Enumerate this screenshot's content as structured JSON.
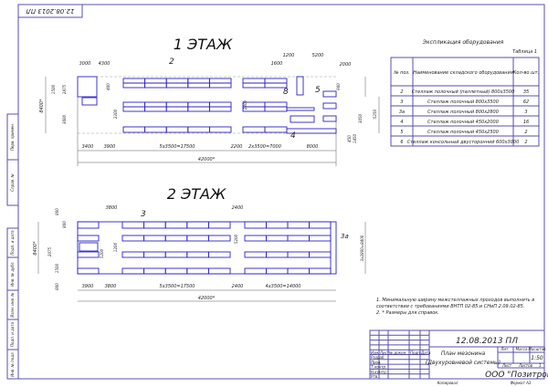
{
  "stamp_top": "12.08.2013 ПЛ",
  "side_labels": [
    "Перв. примен.",
    "Справ. №",
    "Подп. и дата",
    "Инв. № дубл.",
    "Взам. инв. №",
    "Подп. и дата",
    "Инв. № подл."
  ],
  "floor1": {
    "title": "1 ЭТАЖ",
    "top_dims": [
      "3000",
      "4300",
      "1200",
      "1600",
      "5200",
      "2000"
    ],
    "left_dims": [
      "8400*",
      "1500",
      "2875",
      "3600",
      "400",
      "2200",
      "2200"
    ],
    "right_dims": [
      "900",
      "3050",
      "5250",
      "450",
      "1450"
    ],
    "bottom_dims": [
      "3400",
      "3900",
      "5х3500=17500",
      "2200",
      "2х3500=7000",
      "8000"
    ],
    "total": "42000*",
    "callouts": [
      "2",
      "8",
      "5",
      "4"
    ]
  },
  "floor2": {
    "title": "2 ЭТАЖ",
    "top_dims": [
      "3800",
      "2400",
      "800",
      "800"
    ],
    "left_dims": [
      "8400*",
      "2075",
      "1500",
      "800",
      "1200",
      "5200",
      "5200"
    ],
    "right_dims": [
      "3х2800=8400"
    ],
    "bottom_dims": [
      "3900",
      "3800",
      "5х3500=17500",
      "2400",
      "4х3500=14000"
    ],
    "total": "42000*",
    "callouts": [
      "3",
      "3а"
    ]
  },
  "table": {
    "caption": "Экспликация оборудования",
    "label": "Таблица 1",
    "headers": [
      "№ поз.",
      "Наименование складского оборудования",
      "Кол-во шт."
    ],
    "rows": [
      {
        "pos": "2",
        "name": "Стеллаж полочный (паллетный) 800х3500",
        "qty": "35"
      },
      {
        "pos": "3",
        "name": "Стеллаж полочный 800х3500",
        "qty": "62"
      },
      {
        "pos": "3а",
        "name": "Стеллаж полочный 800х2800",
        "qty": "3"
      },
      {
        "pos": "4",
        "name": "Стеллаж полочный 450х2000",
        "qty": "16"
      },
      {
        "pos": "5",
        "name": "Стеллаж полочный 450х2500",
        "qty": "2"
      },
      {
        "pos": "6",
        "name": "Стеллаж консольный двусторонний 600х3000",
        "qty": "2"
      }
    ]
  },
  "notes": [
    "1. Минимальную ширину межстеллажных проходов выполнить в",
    "соответствии с требованиями ВНТП 02-85 и СНиП 2.09.02-85.",
    "2. * Размеры для справок."
  ],
  "title_block": {
    "code": "12.08.2013 ПЛ",
    "title_line1": "План мезонина",
    "title_line2": "(Двухуровневой системы)",
    "lit": "Лит.",
    "mass": "Масса",
    "scale_label": "Масштаб",
    "scale": "1:50",
    "sheet": "Лист",
    "sheets": "Листов",
    "sheets_count": "1",
    "company": "ООО \"Позитрон\"",
    "cols": [
      "Изм.",
      "Лист",
      "№ докум.",
      "Подп.",
      "Дата"
    ],
    "roles": [
      "Разраб.",
      "Пров.",
      "Т.контр.",
      "Н.контр.",
      "Утв."
    ],
    "copied": "Копировал",
    "format": "Формат  А3"
  }
}
